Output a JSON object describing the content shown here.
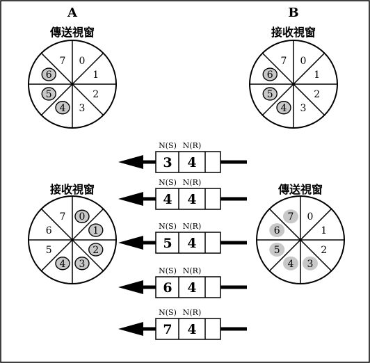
{
  "headers": {
    "A": "A",
    "B": "B"
  },
  "windows": [
    {
      "id": "a-send",
      "title": "傳送視窗",
      "slots": [
        "0",
        "1",
        "2",
        "3",
        "4",
        "5",
        "6",
        "7"
      ],
      "marked": [
        4,
        5,
        6
      ],
      "style": "circled"
    },
    {
      "id": "b-recv",
      "title": "接收視窗",
      "slots": [
        "0",
        "1",
        "2",
        "3",
        "4",
        "5",
        "6",
        "7"
      ],
      "marked": [
        4,
        5,
        6
      ],
      "style": "circled"
    },
    {
      "id": "a-recv",
      "title": "接收視窗",
      "slots": [
        "0",
        "1",
        "2",
        "3",
        "4",
        "5",
        "6",
        "7"
      ],
      "marked": [
        0,
        1,
        2,
        3,
        4
      ],
      "style": "circled"
    },
    {
      "id": "b-send",
      "title": "傳送視窗",
      "slots": [
        "0",
        "1",
        "2",
        "3",
        "4",
        "5",
        "6",
        "7"
      ],
      "marked": [
        3,
        4,
        5,
        6,
        7
      ],
      "style": "shaded"
    }
  ],
  "frames": [
    {
      "ns_label": "N(S)",
      "nr_label": "N(R)",
      "ns": "3",
      "nr": "4"
    },
    {
      "ns_label": "N(S)",
      "nr_label": "N(R)",
      "ns": "4",
      "nr": "4"
    },
    {
      "ns_label": "N(S)",
      "nr_label": "N(R)",
      "ns": "5",
      "nr": "4"
    },
    {
      "ns_label": "N(S)",
      "nr_label": "N(R)",
      "ns": "6",
      "nr": "4"
    },
    {
      "ns_label": "N(S)",
      "nr_label": "N(R)",
      "ns": "7",
      "nr": "4"
    }
  ],
  "colors": {
    "line": "#000000",
    "marked_fill": "#c8c8c8",
    "background": "#ffffff"
  }
}
